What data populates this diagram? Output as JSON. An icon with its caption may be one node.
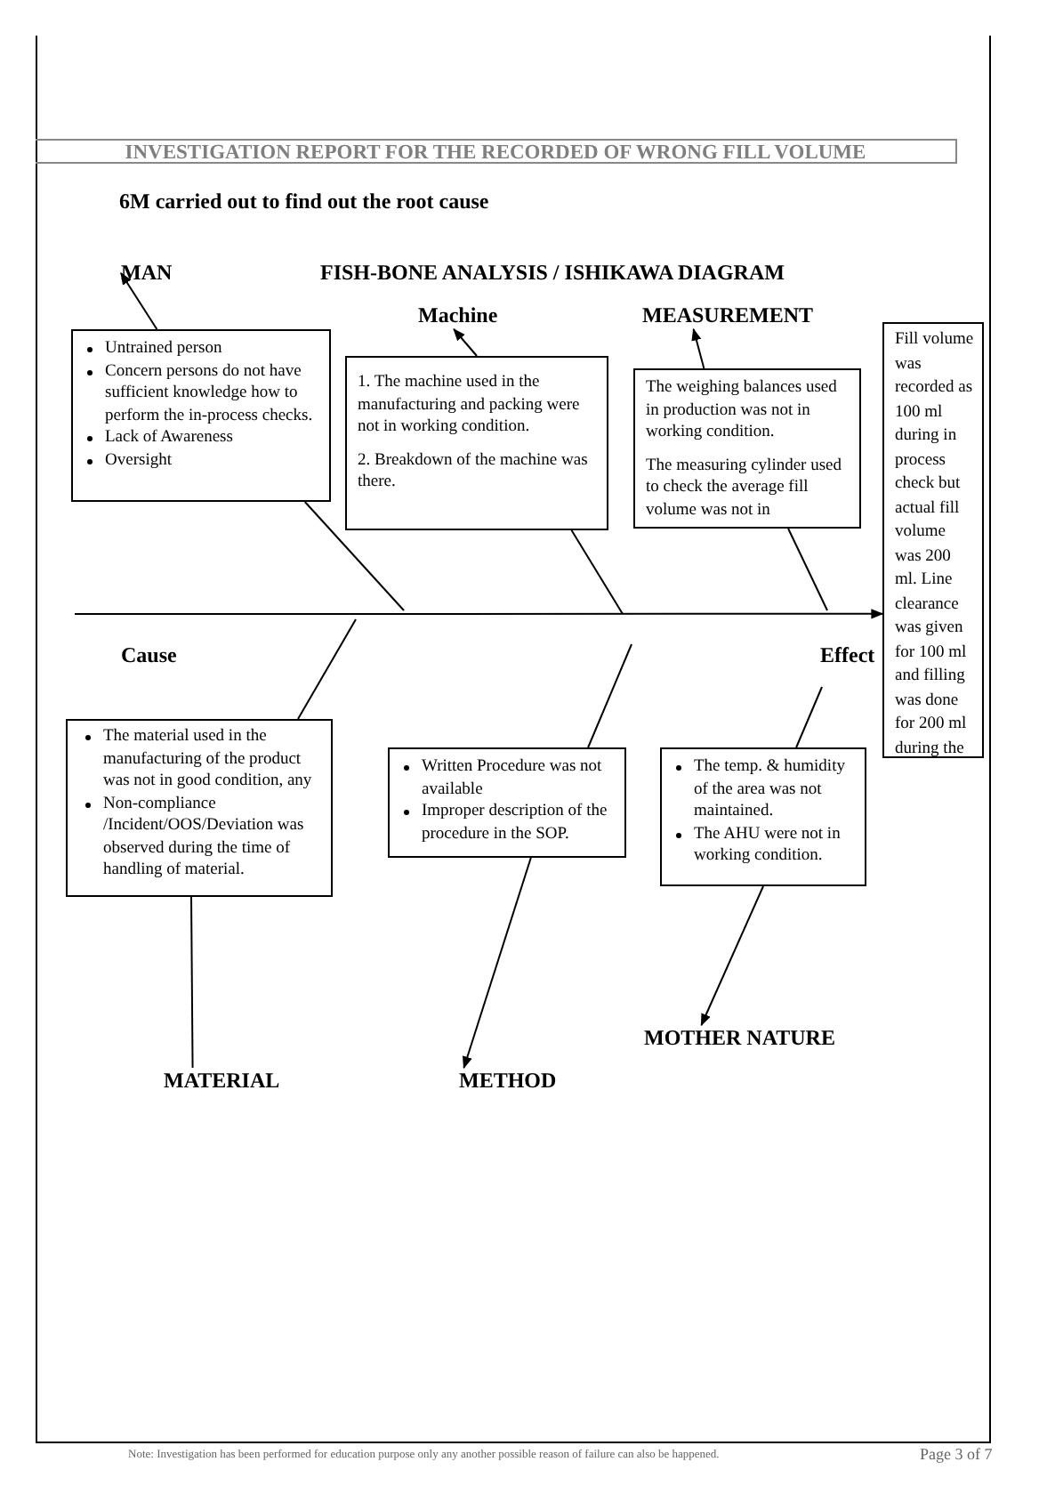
{
  "diagram": {
    "title": "INVESTIGATION REPORT FOR THE RECORDED OF WRONG FILL VOLUME",
    "nodes": [
      {
        "text": [
          "MAN"
        ]
      },
      {
        "text": [
          "Machine"
        ]
      },
      {
        "text": [
          "MEASUREMENT"
        ]
      },
      {
        "text": [
          "Untrained person",
          "Concern persons do not have sufficient knowledge how to perform the in-process checks.",
          "Lack of Awareness",
          "Oversight"
        ]
      },
      {
        "text": [
          "1. The machine used in the manufacturing and packing were not in working condition.",
          "2. Breakdown of the machine was there."
        ]
      },
      {
        "text": [
          "The weighing balances used in production was not in working condition.",
          "The measuring cylinder used to check the average fill volume was not in"
        ]
      },
      {
        "text": [
          "Fill volume was recorded as 100 ml during in process check but actual fill volume was 200 ml. Line clearance was given for 100 ml and filling was done for 200 ml during the"
        ],
        "beside": [
          "Effect"
        ]
      },
      {
        "text": [
          "The material used in the manufacturing of the product was not in good condition, any",
          "Non-compliance /Incident/OOS/Deviation was observed during the time of handling of material."
        ]
      },
      {
        "text": [
          "Written Procedure was not available",
          "Improper description of the procedure in the SOP."
        ]
      },
      {
        "text": [
          "The temp. & humidity of the area was not maintained.",
          "The AHU were not in working condition."
        ]
      },
      {
        "text": [
          "MOTHER NATURE"
        ]
      },
      {
        "text": [
          "MATERIAL"
        ]
      },
      {
        "text": [
          "METHOD"
        ]
      }
    ],
    "edges": [
      {
        "from": 3,
        "to": 0,
        "arrow": "to"
      },
      {
        "from": 4,
        "to": 1,
        "arrow": "to"
      },
      {
        "from": 5,
        "to": 2,
        "arrow": "to"
      },
      {
        "from": null,
        "to": 6,
        "arrow": "to"
      },
      {
        "from": 7,
        "to": 11,
        "arrow": "none"
      },
      {
        "from": 8,
        "to": 12,
        "arrow": "to"
      },
      {
        "from": 9,
        "to": 10,
        "arrow": "to"
      },
      {
        "from": null,
        "to": 3,
        "arrow": "none"
      },
      {
        "from": null,
        "to": 4,
        "arrow": "none"
      },
      {
        "from": null,
        "to": 5,
        "arrow": "none"
      },
      {
        "from": null,
        "to": 7,
        "arrow": "none"
      },
      {
        "from": null,
        "to": 8,
        "arrow": "none"
      },
      {
        "from": null,
        "to": 9,
        "arrow": "none"
      }
    ],
    "labels": [
      "6M carried out to find out the root cause",
      "FISH-BONE ANALYSIS / ISHIKAWA DIAGRAM",
      "Cause",
      "Note: Investigation has been performed for education purpose only any another possible reason of failure can also be happened.",
      "Page 3 of 7"
    ]
  }
}
